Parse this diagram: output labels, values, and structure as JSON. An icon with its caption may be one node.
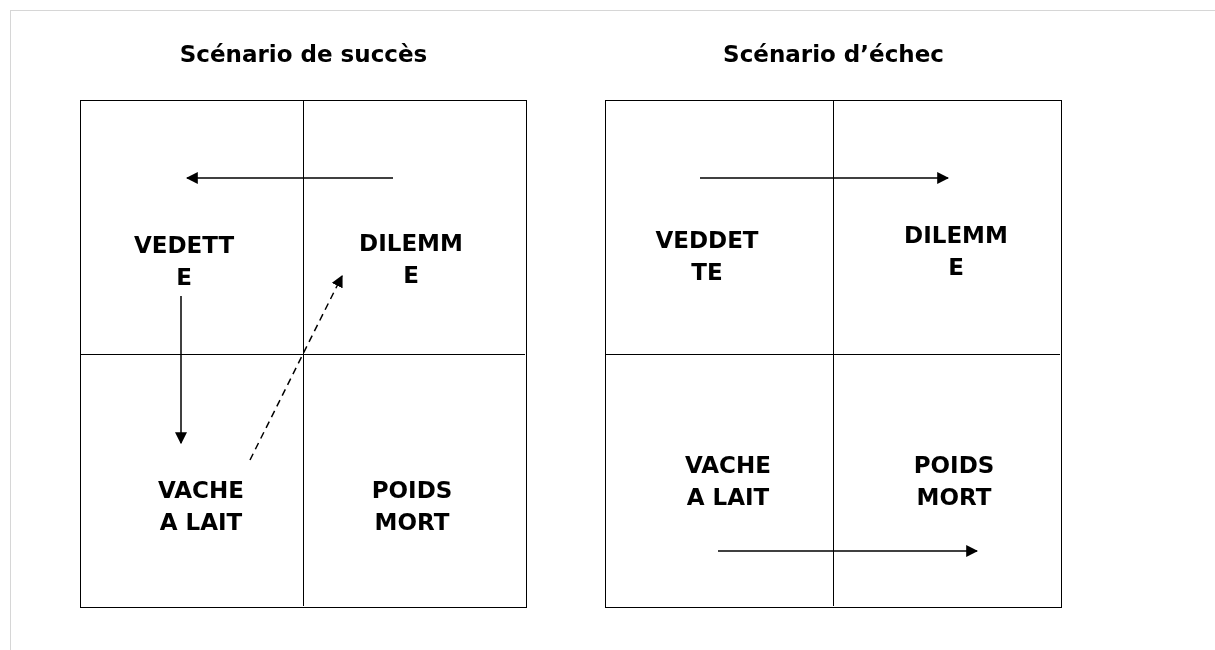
{
  "diagram": {
    "nodes": [
      {
        "text": [
          "Scénario de succès"
        ]
      },
      {
        "text": [
          "VEDETT E"
        ],
        "in": 0
      },
      {
        "text": [
          "DILEMM E"
        ],
        "in": 0
      },
      {
        "text": [
          "VACHE A LAIT"
        ],
        "in": 0
      },
      {
        "text": [
          "POIDS MORT"
        ],
        "in": 0
      },
      {
        "text": [
          "Scénario d’échec"
        ]
      },
      {
        "text": [
          "VEDDET TE"
        ],
        "in": 5
      },
      {
        "text": [
          "DILEMM E"
        ],
        "in": 5
      },
      {
        "text": [
          "VACHE A LAIT"
        ],
        "in": 5
      },
      {
        "text": [
          "POIDS MORT"
        ],
        "in": 5
      }
    ],
    "edges": [
      {
        "from": 2,
        "to": 1,
        "arrow": "to"
      },
      {
        "from": 1,
        "to": 3,
        "arrow": "to"
      },
      {
        "from": 3,
        "to": 2,
        "arrow": "to",
        "style": "dashed"
      },
      {
        "from": 6,
        "to": 7,
        "arrow": "to"
      },
      {
        "from": 8,
        "to": 9,
        "arrow": "to"
      }
    ]
  }
}
